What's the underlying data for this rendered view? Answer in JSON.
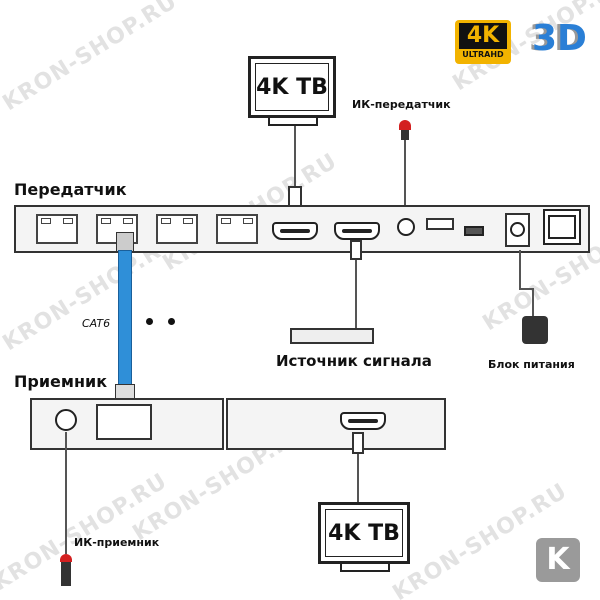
{
  "logos": {
    "k4": "4K",
    "ultrahd": "ULTRAHD",
    "d3": "3D",
    "corner": "K"
  },
  "watermark": "KRON-SHOP.RU",
  "labels": {
    "tv_top": "4K TB",
    "tv_bottom": "4K TB",
    "ir_transmitter": "ИК-передатчик",
    "transmitter": "Передатчик",
    "receiver": "Приемник",
    "cable": "CAT6",
    "source": "Источник сигнала",
    "power": "Блок питания",
    "ir_receiver": "ИК-приемник"
  },
  "colors": {
    "cat6_cable": "#2f8fd8",
    "logo_gold": "#f2b300",
    "ir_red": "#d32020"
  }
}
